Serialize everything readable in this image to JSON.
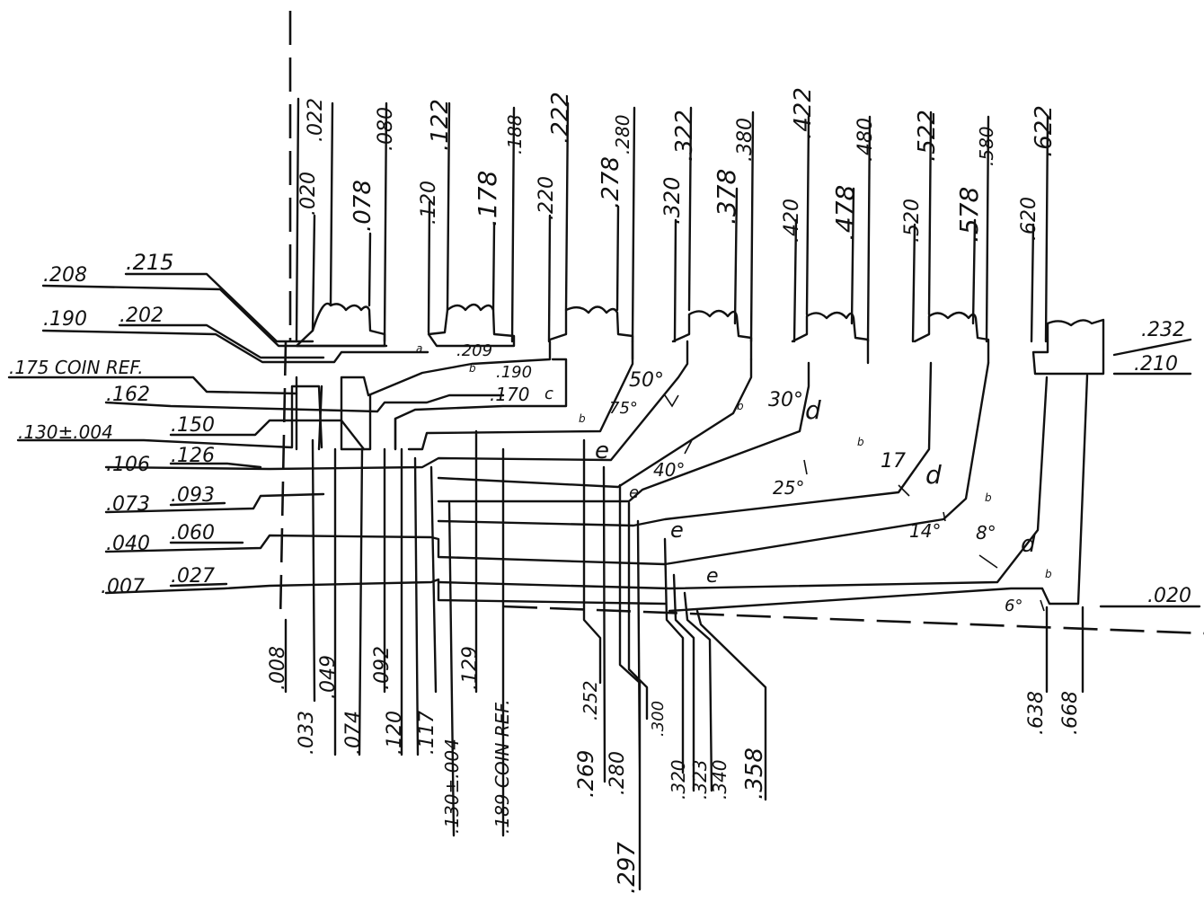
{
  "top_dims": {
    "row_a": [
      ".022",
      ".080",
      ".122",
      ".188",
      ".222",
      ".280",
      ".322",
      ".380",
      ".422",
      ".480",
      ".522",
      ".580",
      ".622"
    ],
    "row_b": [
      ".020",
      ".078",
      ".120",
      ".178",
      ".220",
      ".278",
      ".320",
      ".378",
      ".420",
      ".478",
      ".520",
      ".578",
      ".620"
    ]
  },
  "left_dims": {
    "outer": [
      ".208",
      ".190",
      ".175 COIN REF.",
      ".162",
      ".130±.004",
      ".106",
      ".073",
      ".040",
      ".007"
    ],
    "inner": [
      ".215",
      ".202",
      ".150",
      ".126",
      ".093",
      ".060",
      ".027"
    ]
  },
  "inner_labels": [
    ".209",
    ".190",
    ".170"
  ],
  "right_dims": [
    ".232",
    ".210",
    ".020"
  ],
  "bottom_dims": {
    "row_a": [
      ".008",
      ".049",
      ".092",
      ".129",
      ".252",
      ".300"
    ],
    "row_b": [
      ".033",
      ".074",
      ".120",
      ".117",
      ".130±.004",
      ".189 COIN REF.",
      ".269",
      ".280",
      ".320",
      ".323",
      ".340",
      ".358"
    ],
    "row_c": [
      ".297"
    ],
    "right": [
      ".638",
      ".668"
    ]
  },
  "angles": [
    "50°",
    "75°",
    "40°",
    "30°",
    "25°",
    "17",
    "14°",
    "8°",
    "6°"
  ],
  "letter_marks": [
    "a",
    "b",
    "c",
    "d",
    "e"
  ]
}
